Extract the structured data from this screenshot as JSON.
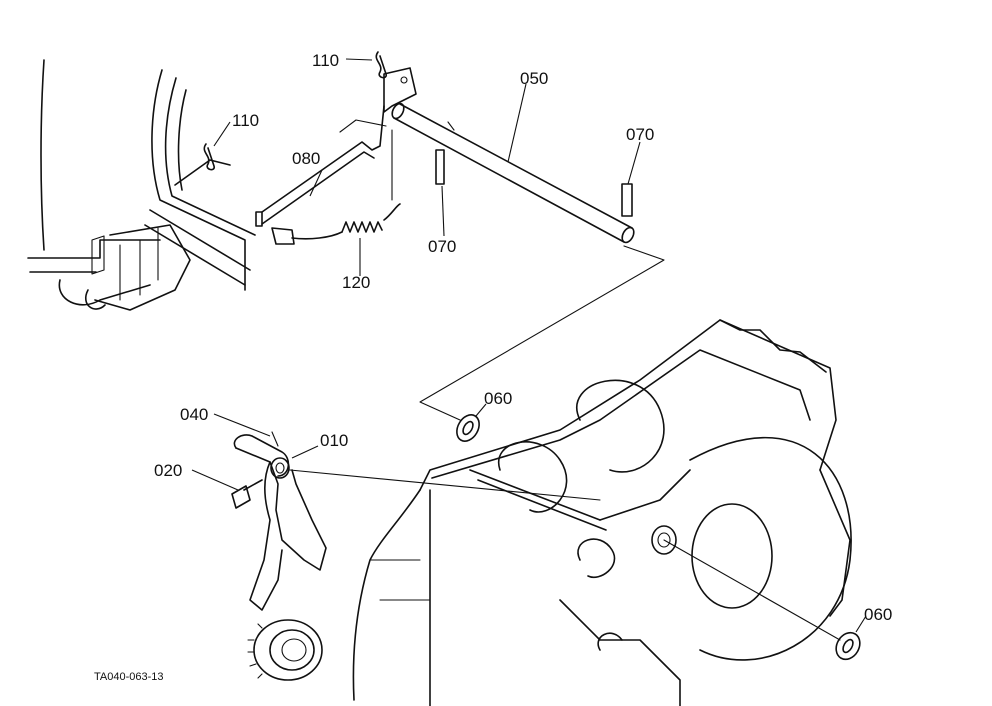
{
  "diagram": {
    "drawing_code": "TA040-063-13",
    "callouts": [
      {
        "id": "c-110-top",
        "label": "110"
      },
      {
        "id": "c-110-left",
        "label": "110"
      },
      {
        "id": "c-050",
        "label": "050"
      },
      {
        "id": "c-070-right",
        "label": "070"
      },
      {
        "id": "c-080",
        "label": "080"
      },
      {
        "id": "c-070-mid",
        "label": "070"
      },
      {
        "id": "c-120",
        "label": "120"
      },
      {
        "id": "c-060-upper",
        "label": "060"
      },
      {
        "id": "c-040",
        "label": "040"
      },
      {
        "id": "c-010",
        "label": "010"
      },
      {
        "id": "c-020",
        "label": "020"
      },
      {
        "id": "c-060-lower",
        "label": "060"
      }
    ]
  }
}
